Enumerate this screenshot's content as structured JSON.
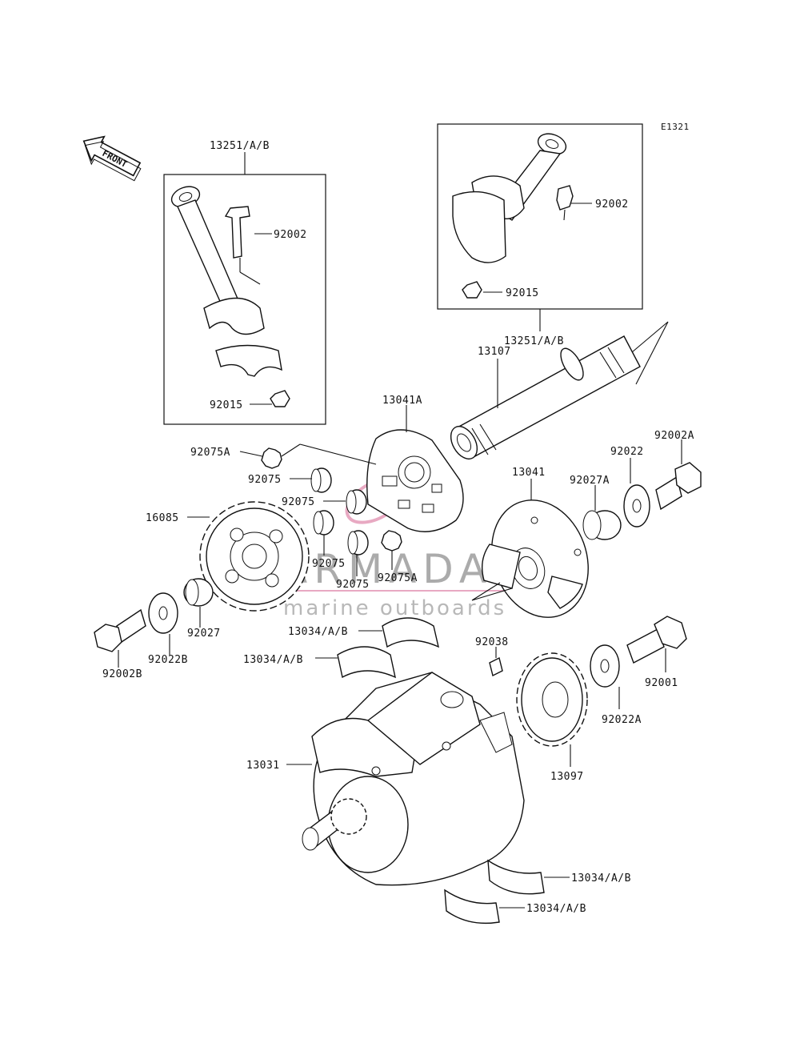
{
  "diagram_code": "E1321",
  "front_label": "FRONT",
  "watermark": {
    "brand": "ARMADA",
    "tagline": "marine outboards",
    "accent_color": "#e8a9c2"
  },
  "labels": {
    "rod_left": "13251/A/B",
    "rod_right": "13251/A/B",
    "bolt_left": "92002",
    "bolt_right": "92002",
    "nut_left": "92015",
    "nut_right": "92015",
    "shaft": "13107",
    "coupling_a": "13041A",
    "coupling": "13041",
    "damper_a_1": "92075A",
    "damper_a_2": "92075A",
    "damper_1": "92075",
    "damper_2": "92075",
    "damper_3": "92075",
    "damper_4": "92075",
    "gear_large": "16085",
    "bolt_2a": "92002A",
    "washer_22": "92022",
    "collar_27a": "92027A",
    "collar_27": "92027",
    "washer_22b": "92022B",
    "bolt_2b": "92002B",
    "bearing_1": "13034/A/B",
    "bearing_2": "13034/A/B",
    "bearing_3": "13034/A/B",
    "bearing_4": "13034/A/B",
    "key": "92038",
    "bolt_1": "92001",
    "washer_22a": "92022A",
    "gear_small": "13097",
    "crankshaft": "13031"
  }
}
